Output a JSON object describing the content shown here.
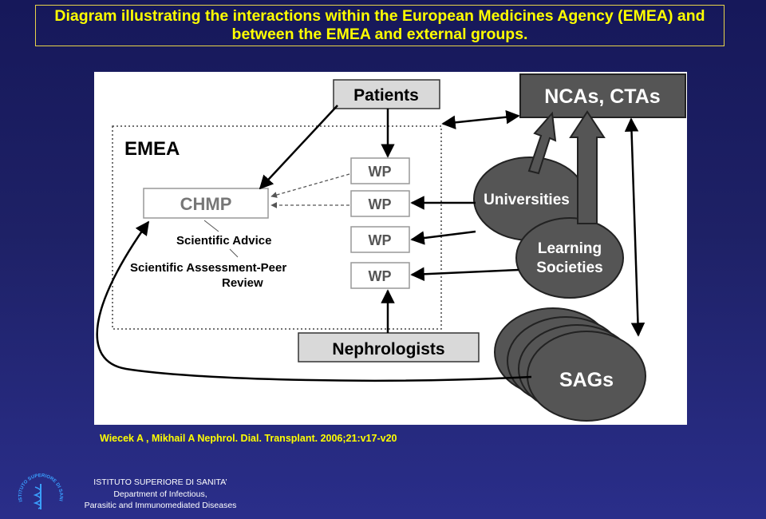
{
  "slide": {
    "title": "Diagram illustrating the interactions within the European Medicines Agency (EMEA) and between the EMEA and external groups.",
    "citation": "Wiecek A , Mikhail A Nephrol. Dial. Transplant. 2006;21:v17-v20",
    "institution": {
      "name": "ISTITUTO SUPERIORE DI SANITA’",
      "dept_line1": "Department of Infectious,",
      "dept_line2": "Parasitic and Immunomediated Diseases",
      "seal_text": "ISTITUTO SUPERIORE DI SANITA"
    },
    "colors": {
      "title": "#ffff00",
      "citation": "#ffff00",
      "background_top": "#16185a",
      "background_bottom": "#2a2e8a",
      "node_fill_dark": "#555555",
      "node_fill_light": "#d9d9d9"
    }
  },
  "diagram": {
    "patients": "Patients",
    "ncas": "NCAs, CTAs",
    "emea": "EMEA",
    "chmp": "CHMP",
    "wp": [
      "WP",
      "WP",
      "WP",
      "WP"
    ],
    "scientific_advice": "Scientific Advice",
    "sci_assessment_line1": "Scientific Assessment-Peer",
    "sci_assessment_line2": "Review",
    "universities": "Universities",
    "learning_line1": "Learning",
    "learning_line2": "Societies",
    "nephrologists": "Nephrologists",
    "sags": "SAGs"
  }
}
